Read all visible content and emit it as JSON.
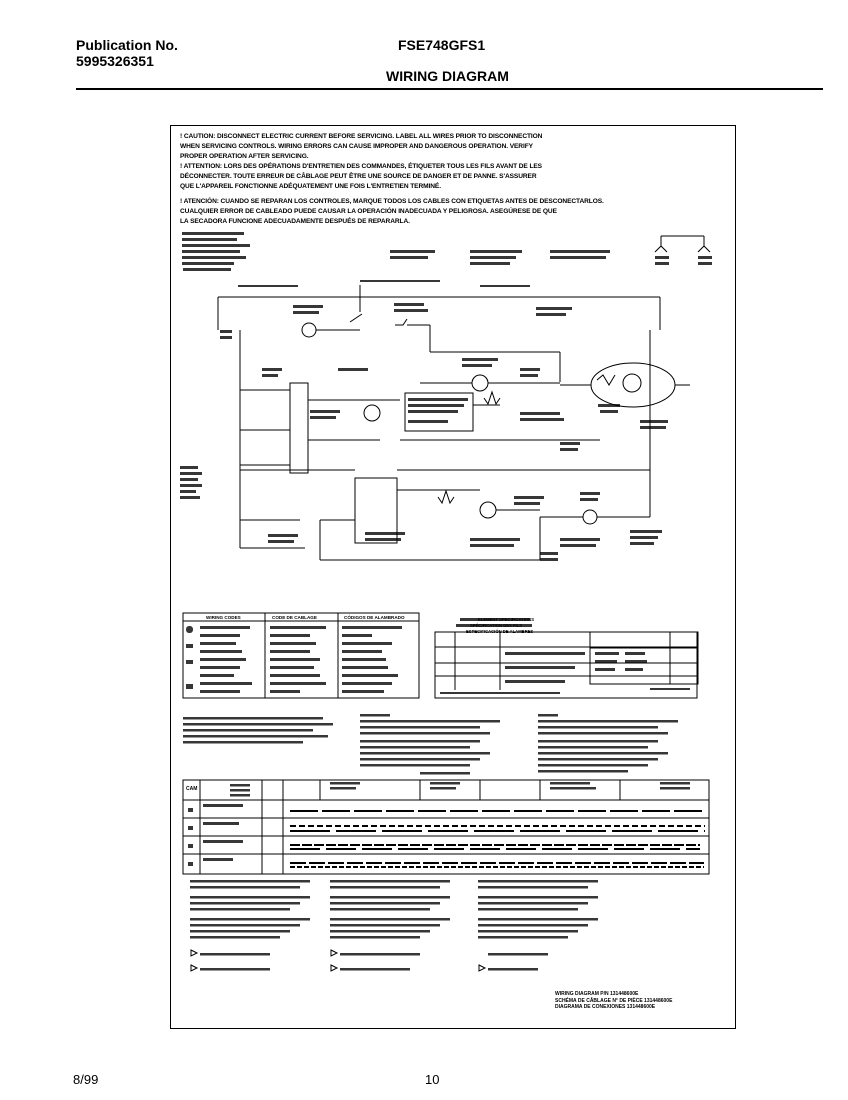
{
  "header": {
    "publication_label": "Publication No.",
    "publication_number": "5995326351",
    "model": "FSE748GFS1",
    "sheet_title": "WIRING DIAGRAM"
  },
  "footer": {
    "date": "8/99",
    "page": "10"
  },
  "warnings": {
    "english": [
      "! CAUTION: DISCONNECT ELECTRIC CURRENT BEFORE SERVICING. LABEL ALL WIRES PRIOR TO DISCONNECTION",
      "WHEN SERVICING CONTROLS. WIRING ERRORS CAN CAUSE IMPROPER AND DANGEROUS OPERATION. VERIFY",
      "PROPER OPERATION AFTER SERVICING."
    ],
    "french": [
      "! ATTENTION: LORS DES OPÉRATIONS D'ENTRETIEN DES COMMANDES, ÉTIQUETER TOUS LES FILS AVANT DE LES",
      "DÉCONNECTER. TOUTE ERREUR DE CÂBLAGE PEUT ÊTRE UNE SOURCE DE DANGER ET DE PANNE. S'ASSURER",
      "QUE L'APPAREIL FONCTIONNE ADÉQUATEMENT UNE FOIS L'ENTRETIEN TERMINÉ."
    ],
    "spanish": [
      "! ATENCIÓN: CUANDO SE REPARAN LOS CONTROLES, MARQUE TODOS LOS CABLES CON ETIQUETAS ANTES DE DESCONECTARLOS.",
      "CUALQUIER ERROR DE CABLEADO PUEDE CAUSAR LA OPERACIÓN INADECUADA Y PELIGROSA. ASEGÚRESE DE QUE",
      "LA SECADORA FUNCIONE ADECUADAMENTE DESPUÉS DE REPARARLA."
    ]
  },
  "tables": {
    "wiring_codes_header": [
      "WIRING CODES",
      "CODE DE CABLAGE",
      "CÓDIGOS DE ALAMBRADO"
    ],
    "element_spec_header": [
      "ELEMENT SPECIFICATIONS",
      "SPÉCIFICATION DES FILS",
      "ESPECIFICACIÓN DE ALAMBRES"
    ],
    "timer_legend_header": "CAM"
  },
  "reference_caption": [
    "WIRING DIAGRAM P/N 131448600E",
    "SCHÉMA DE CÂBLAGE N° DE PIÈCE 131448600E",
    "DIAGRAMA DE CONEXIONES 131448600E"
  ]
}
